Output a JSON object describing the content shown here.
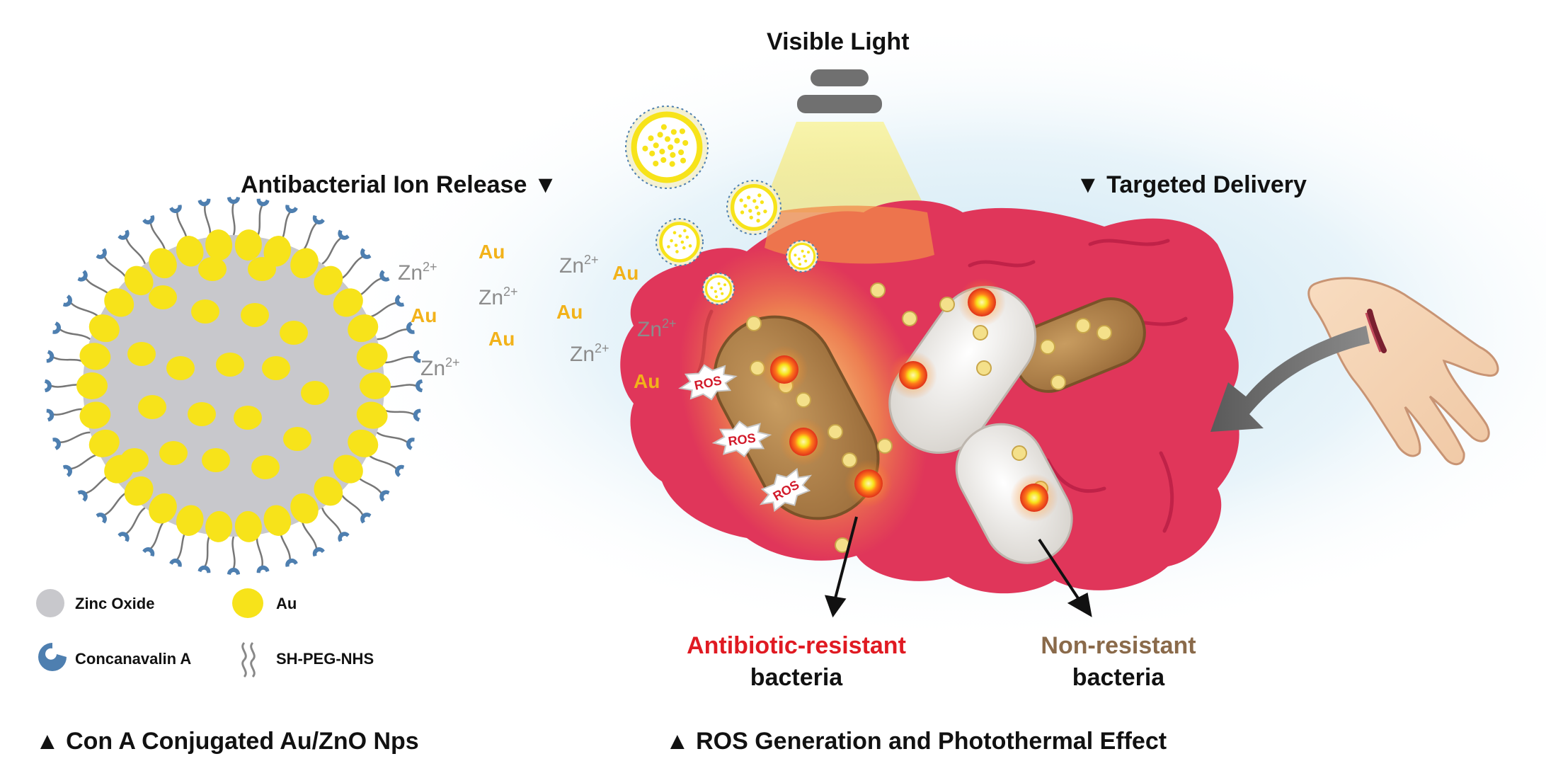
{
  "labels": {
    "visible_light": "Visible Light",
    "ion_release": "Antibacterial Ion Release ▼",
    "targeted_delivery": "▼ Targeted Delivery",
    "resistant": "Antibiotic-resistant",
    "resistant_sub": "bacteria",
    "nonresistant": "Non-resistant",
    "nonresistant_sub": "bacteria",
    "bottom_left": "▲ Con A Conjugated Au/ZnO Nps",
    "bottom_right": "▲ ROS Generation and Photothermal Effect",
    "ros": "ROS"
  },
  "legend": {
    "zinc_oxide": "Zinc Oxide",
    "au": "Au",
    "con_a": "Concanavalin A",
    "peg": "SH-PEG-NHS"
  },
  "ions": {
    "zn": "Zn",
    "charge": "2+",
    "au": "Au"
  },
  "colors": {
    "tissue": "#e0365a",
    "zinc_oxide": "#c8c8cc",
    "gold": "#f7e31a",
    "con_a": "#4e7fb0",
    "resistant_text": "#e01a22",
    "nonresistant_text": "#8a6a4a",
    "ros_hot": "#ff5a1f"
  }
}
